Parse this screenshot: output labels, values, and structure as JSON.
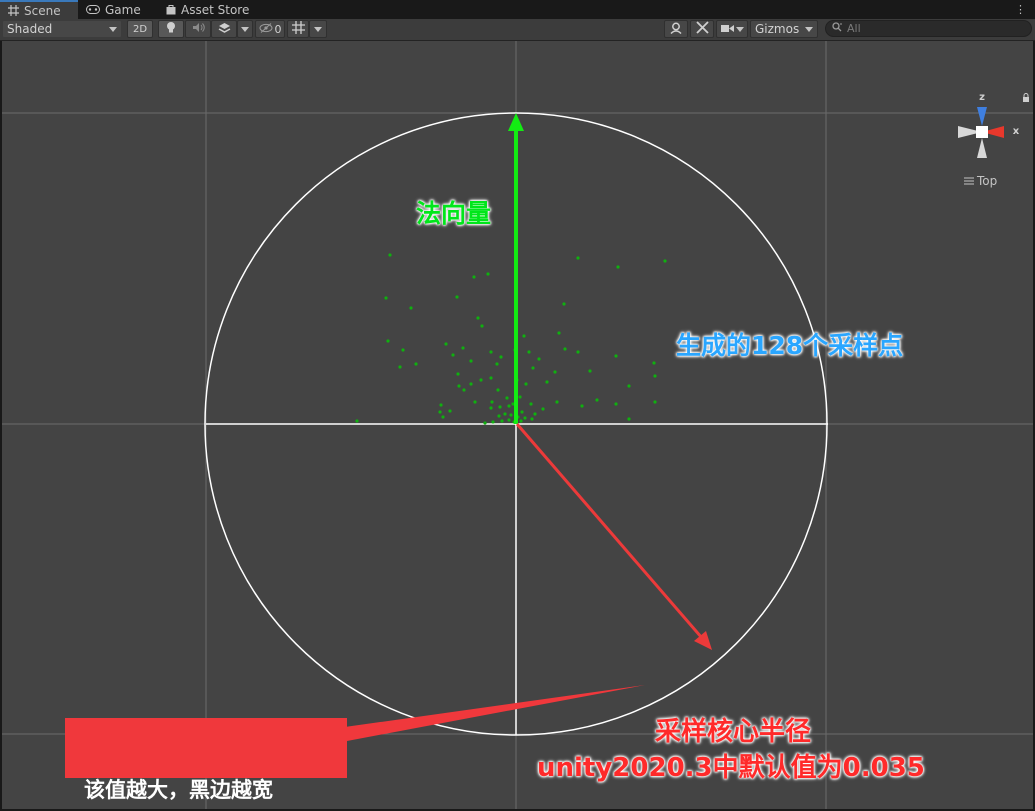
{
  "tabs": [
    {
      "label": "Scene",
      "icon": "grid-icon",
      "active": true
    },
    {
      "label": "Game",
      "icon": "gamepad-icon",
      "active": false
    },
    {
      "label": "Asset Store",
      "icon": "shopping-bag-icon",
      "active": false
    }
  ],
  "toolbar": {
    "shading_mode": "Shaded",
    "mode_2d": "2D",
    "hidden_count": "0",
    "gizmos_label": "Gizmos",
    "search_placeholder": "All"
  },
  "view": {
    "orientation_label": "Top",
    "axis_labels": {
      "z": "z",
      "x": "x"
    }
  },
  "annotations": {
    "normal_vector": "法向量",
    "samples": "生成的128个采样点",
    "radius_line1": "采样核心半径",
    "radius_line2": "unity2020.3中默认值为0.035",
    "callout": "该值越大，黑边越宽"
  },
  "colors": {
    "scene_bg": "#444444",
    "normal_arrow": "#13ec13",
    "radius_arrow": "#ec3a3a",
    "sample_points": "#10b010",
    "callout_bg": "#f0383c",
    "active_tab_accent": "#3a79bb"
  }
}
